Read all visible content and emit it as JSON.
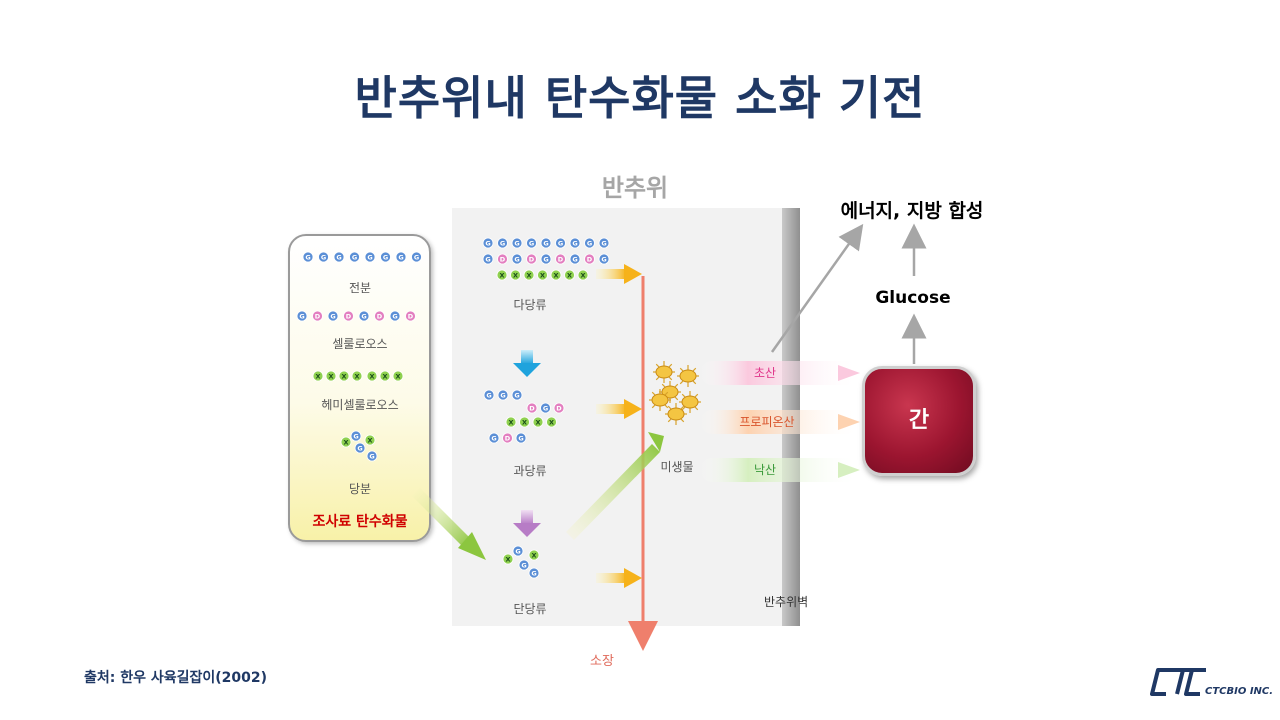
{
  "title": "반추위내 탄수화물 소화 기전",
  "rumen_label": "반추위",
  "feed": {
    "starch": "전분",
    "cellulose": "셀룰로오스",
    "hemicellulose": "헤미셀룰로오스",
    "sugar": "당분",
    "title": "조사료 탄수화물"
  },
  "rumen_stages": {
    "polysaccharide": "다당류",
    "oligosaccharide": "과당류",
    "monosaccharide": "단당류"
  },
  "microbe_label": "미생물",
  "vfa": {
    "acetic": "초산",
    "propionic": "프로피온산",
    "butyric": "낙산"
  },
  "liver_label": "간",
  "glucose_label": "Glucose",
  "energy_label": "에너지, 지방 합성",
  "rumen_wall_label": "반추위벽",
  "intestine_label": "소장",
  "source": "출처: 한우 사육길잡이(2002)",
  "logo_text": "CTCBIO INC.",
  "glyphs": {
    "G": "G",
    "D": "D",
    "X": "X"
  },
  "colors": {
    "title": "#1f3864",
    "glucose_bead": "#5b8fd6",
    "galactose_bead": "#e37fc0",
    "xylose_bead": "#8fd14f",
    "acetic": "#e0368a",
    "propionic": "#d9542b",
    "butyric": "#3a9a3a",
    "liver": "#9c1530"
  }
}
